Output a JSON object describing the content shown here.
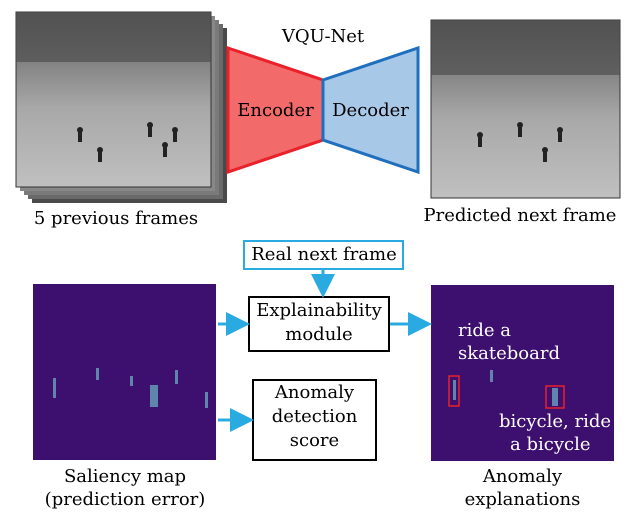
{
  "title": "VQU-Net",
  "encoder": "Encoder",
  "decoder": "Decoder",
  "input_caption": "5 previous frames",
  "prediction_caption": "Predicted next frame",
  "real_frame": "Real next frame",
  "explainability": [
    "Explainability",
    "module"
  ],
  "anomaly_score": [
    "Anomaly",
    "detection",
    "score"
  ],
  "saliency_caption": [
    "Saliency map",
    "(prediction error)"
  ],
  "explanations_caption": [
    "Anomaly",
    "explanations"
  ],
  "explanation_labels": {
    "skateboard": [
      "ride a",
      "skateboard"
    ],
    "bicycle": [
      "bicycle, ride",
      "a bicycle"
    ]
  },
  "colors": {
    "encoder_fill": "#f26a6a",
    "encoder_stroke": "#e8212a",
    "decoder_fill": "#a8c8e8",
    "decoder_stroke": "#1f6fbf",
    "arrow": "#29abe2",
    "heatmap": "#3d0f6e"
  }
}
